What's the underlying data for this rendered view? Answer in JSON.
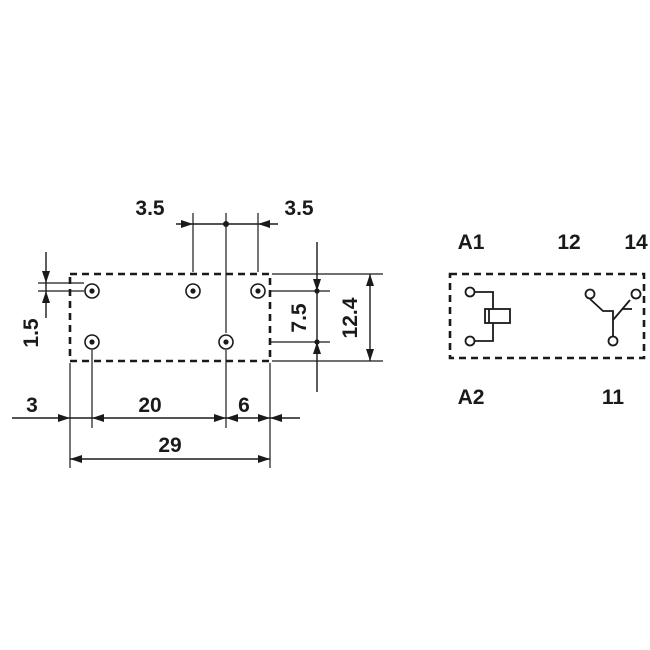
{
  "footprint": {
    "dimensions": {
      "pin_offset_left": "3.5",
      "pin_offset_right": "3.5",
      "vertical_offset": "1.5",
      "row_spacing": "7.5",
      "body_width": "12.4",
      "edge_margin": "3",
      "pin_span": "20",
      "pin_span_right": "6",
      "body_length": "29"
    }
  },
  "schematic": {
    "terminals": {
      "coil_top": "A1",
      "coil_bottom": "A2",
      "nc_contact": "12",
      "no_contact": "14",
      "common": "11"
    }
  }
}
